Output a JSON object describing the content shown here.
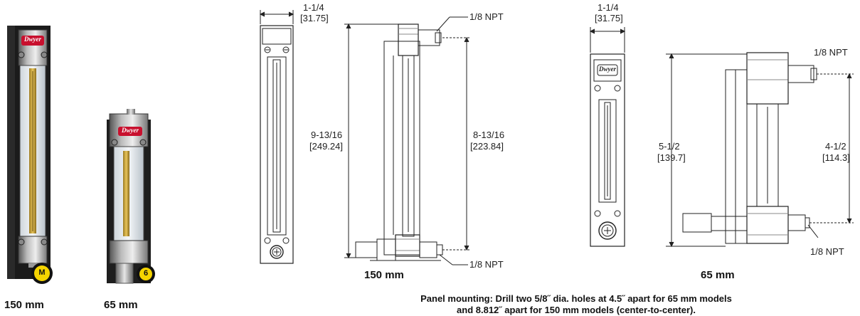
{
  "photos": {
    "left_caption": "150 mm",
    "right_caption": "65 mm",
    "brand": "Dwyer",
    "knob_left": "M",
    "knob_right": "6"
  },
  "drawing_150": {
    "width_in": "1-1/4",
    "width_mm": "[31.75]",
    "overall_in": "9-13/16",
    "overall_mm": "[249.24]",
    "center_in": "8-13/16",
    "center_mm": "[223.84]",
    "npt_top": "1/8 NPT",
    "npt_bottom": "1/8 NPT",
    "caption": "150 mm"
  },
  "drawing_65": {
    "brand": "Dwyer",
    "width_in": "1-1/4",
    "width_mm": "[31.75]",
    "overall_in": "5-1/2",
    "overall_mm": "[139.7]",
    "center_in": "4-1/2",
    "center_mm": "[114.3]",
    "npt_top": "1/8 NPT",
    "npt_bottom": "1/8 NPT",
    "caption": "65 mm"
  },
  "panel_note": {
    "line1": "Panel mounting: Drill two 5/8˝ dia. holes at 4.5˝ apart for 65 mm models",
    "line2": "and 8.812˝ apart for 150 mm models (center-to-center)."
  }
}
